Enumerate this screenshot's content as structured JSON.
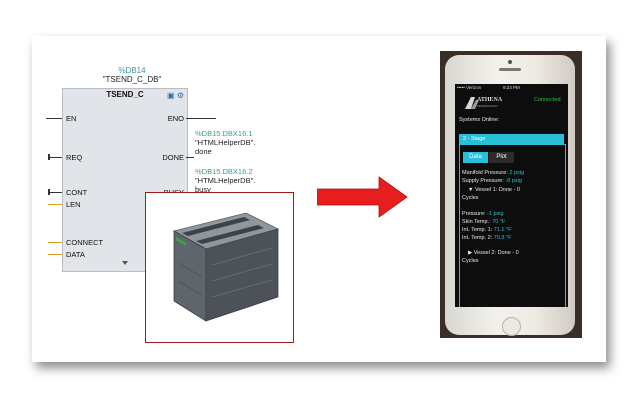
{
  "tia": {
    "db_ref": "%DB14",
    "db_name": "\"TSEND_C_DB\"",
    "block_title": "TSEND_C",
    "block_icons": "▣ ⚙",
    "pins_left": [
      "EN",
      "REQ",
      "CONT",
      "LEN",
      "CONNECT",
      "DATA"
    ],
    "pins_right": [
      "ENO",
      "DONE",
      "BUSY"
    ],
    "outputs": [
      {
        "addr": "%DB15.DBX16.1",
        "name": "\"HTMLHelperDB\".",
        "field": "done"
      },
      {
        "addr": "%DB15.DBX16.2",
        "name": "\"HTMLHelperDB\".",
        "field": "busy"
      }
    ]
  },
  "arrow": {
    "color": "#e81e1e"
  },
  "phone": {
    "status": {
      "carrier": "••••• Verizon",
      "time": "9:23 PM"
    },
    "logo_text": "ATHENA",
    "logo_sub": "TECHNOLOGY",
    "connected": "Connected",
    "systems_online": "Systems Online:",
    "stage": "2 - Stage",
    "tabs": [
      "Data",
      "Plot"
    ],
    "lines": [
      {
        "label": "Manifold Pressure: ",
        "value": "2 psig"
      },
      {
        "label": "Supply Pressure: ",
        "value": "-8 psig"
      },
      {
        "label": "▼ Vessel 1: ",
        "value": "Done - 0"
      },
      {
        "label": "Cycles",
        "value": ""
      },
      {
        "label": "Pressure: ",
        "value": "-1 psig"
      },
      {
        "label": "Skin Temp.: ",
        "value": "70 °F"
      },
      {
        "label": "Int. Temp. 1: ",
        "value": "71.1 °F"
      },
      {
        "label": "Int. Temp. 2: ",
        "value": "70.3 °F"
      },
      {
        "label": "▶ Vessel 2: ",
        "value": "Done - 0"
      },
      {
        "label": "Cycles",
        "value": ""
      }
    ]
  }
}
